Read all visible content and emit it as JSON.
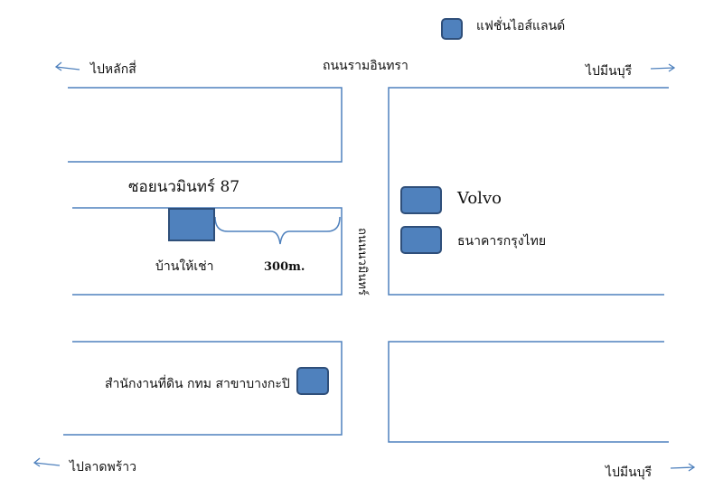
{
  "labels": {
    "fashion_island": "แฟชั่นไอส์แลนด์",
    "to_lak_si": "ไปหลักสี่",
    "ram_inthra_rd": "ถนนรามอินทรา",
    "to_min_buri_top": "ไปมีนบุรี",
    "soi_nawamin": "ซอยนวมินทร์ 87",
    "volvo": "Volvo",
    "krungthai_bank": "ธนาคารกรุงไทย",
    "house_for_rent": "บ้านให้เช่า",
    "distance": "300m.",
    "nawamin_rd": "ถนนนวมินทร์",
    "land_office": "สำนักงานที่ดิน กทม สาขาบางกะปิ",
    "to_lat_phrao": "ไปลาดพร้าว",
    "to_min_buri_bottom": "ไปมีนบุรี"
  },
  "colors": {
    "road_line": "#4f81bd",
    "marker_fill": "#4f81bd",
    "marker_border": "#2f4f7a"
  }
}
